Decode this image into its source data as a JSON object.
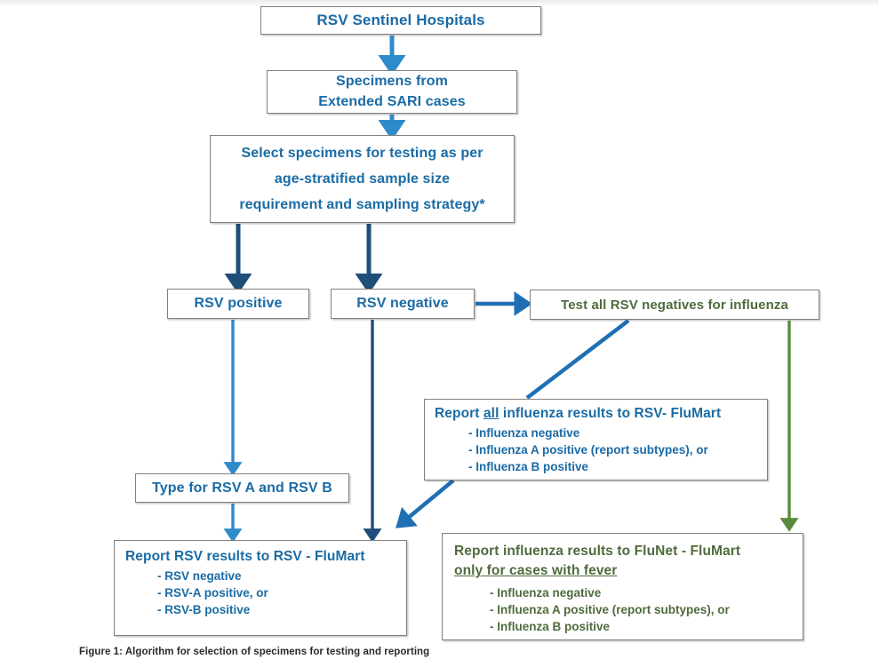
{
  "figure": {
    "caption": "Figure 1: Algorithm for selection of specimens for testing and reporting"
  },
  "colors": {
    "blue_text": "#1a6ba5",
    "green_text": "#4f6b3c",
    "arrow_blue_light": "#2e8bc9",
    "arrow_blue_dark": "#1f4e79",
    "arrow_green": "#5a8a3c",
    "box_border": "#808080",
    "background": "#ffffff"
  },
  "nodes": {
    "sentinel": {
      "title": "RSV Sentinel Hospitals",
      "color": "blue"
    },
    "specimens": {
      "line1": "Specimens from",
      "line2": "Extended SARI cases",
      "color": "blue"
    },
    "select": {
      "line1": "Select specimens for testing as per",
      "line2": "age-stratified sample size",
      "line3": "requirement and sampling strategy*",
      "color": "blue"
    },
    "rsv_positive": {
      "title": "RSV positive",
      "color": "blue"
    },
    "rsv_negative": {
      "title": "RSV negative",
      "color": "blue"
    },
    "test_all": {
      "title": "Test all RSV negatives for influenza",
      "color": "green"
    },
    "report_all_influenza": {
      "title_pre": "Report ",
      "title_underlined": "all",
      "title_post": " influenza results to RSV- FluMart",
      "color": "blue",
      "bullets": [
        "- Influenza negative",
        "- Influenza A positive (report subtypes), or",
        "- Influenza B positive"
      ]
    },
    "type_rsv": {
      "title": "Type for RSV A and RSV B",
      "color": "blue"
    },
    "report_rsv": {
      "title": "Report RSV results to RSV - FluMart",
      "color": "blue",
      "bullets": [
        "- RSV negative",
        "- RSV-A positive, or",
        "- RSV-B positive"
      ]
    },
    "report_influenza_flunet": {
      "title_line1": "Report influenza results to FluNet - FluMart",
      "title_line2_underlined": "only for cases with fever",
      "color": "green",
      "bullets": [
        "- Influenza negative",
        "- Influenza A positive (report subtypes), or",
        "- Influenza B positive"
      ]
    }
  },
  "connectors": [
    {
      "name": "sentinel-to-specimens",
      "color": "#2e8bc9",
      "style": "vertical-arrow"
    },
    {
      "name": "specimens-to-select",
      "color": "#2e8bc9",
      "style": "vertical-arrow"
    },
    {
      "name": "select-to-rsv-positive",
      "color": "#1f4e79",
      "style": "vertical-arrow"
    },
    {
      "name": "select-to-rsv-negative",
      "color": "#1f4e79",
      "style": "vertical-arrow"
    },
    {
      "name": "rsv-negative-to-test-all",
      "color": "#1f6fb5",
      "style": "horizontal-arrow"
    },
    {
      "name": "rsv-positive-to-type",
      "color": "#2e8bc9",
      "style": "vertical-arrow"
    },
    {
      "name": "rsv-negative-to-report-rsv",
      "color": "#1f4e79",
      "style": "vertical-arrow"
    },
    {
      "name": "test-all-to-report-all",
      "color": "#1f6fb5",
      "style": "diagonal-line"
    },
    {
      "name": "report-all-to-report-rsv",
      "color": "#1f6fb5",
      "style": "diagonal-arrow"
    },
    {
      "name": "type-to-report-rsv",
      "color": "#2e8bc9",
      "style": "vertical-arrow"
    },
    {
      "name": "test-all-to-report-flunet",
      "color": "#5a8a3c",
      "style": "vertical-arrow"
    }
  ]
}
